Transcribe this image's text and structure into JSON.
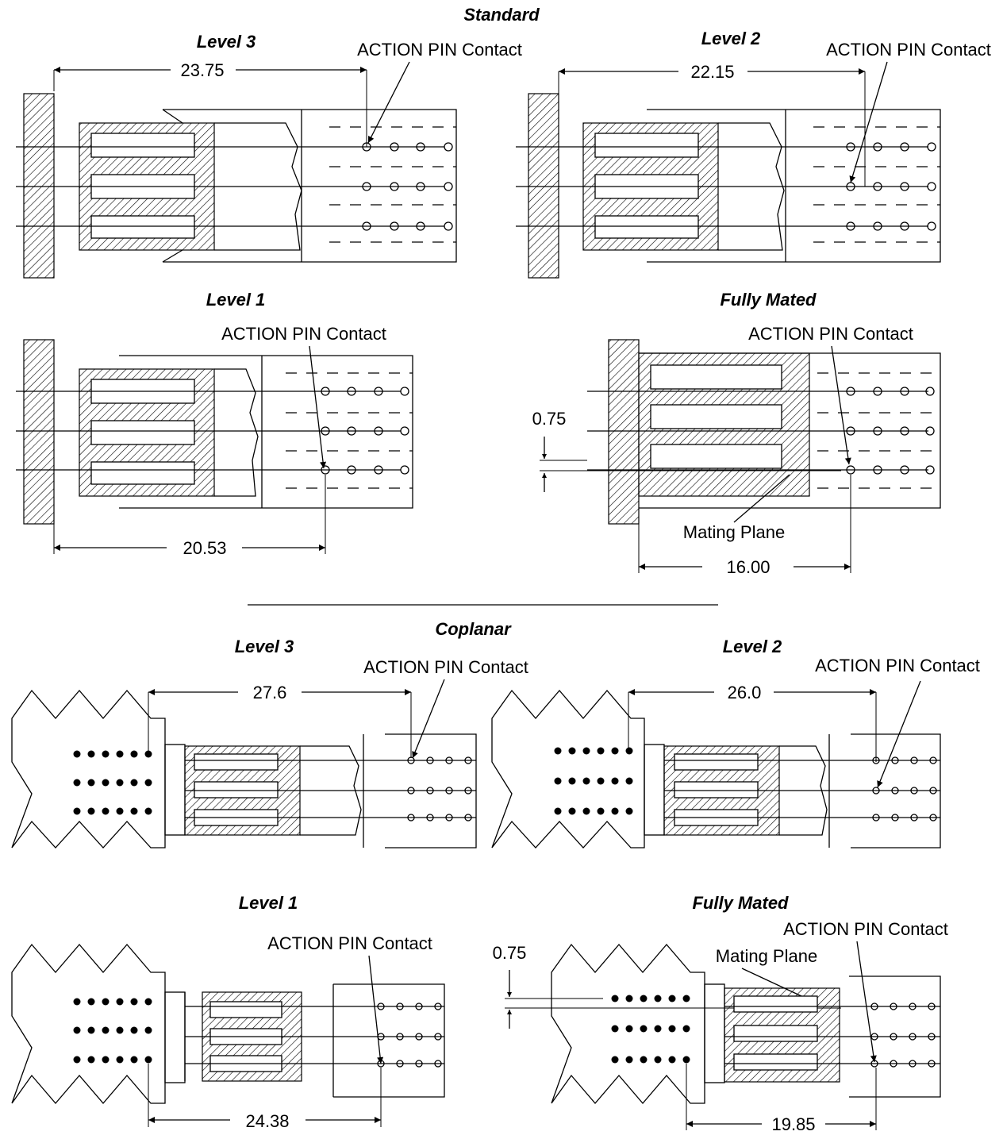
{
  "sections": {
    "standard": "Standard",
    "coplanar": "Coplanar"
  },
  "panels": {
    "std_level3": {
      "title": "Level 3",
      "callout": "ACTION PIN Contact",
      "dimension": "23.75"
    },
    "std_level2": {
      "title": "Level 2",
      "callout": "ACTION PIN Contact",
      "dimension": "22.15"
    },
    "std_level1": {
      "title": "Level 1",
      "callout": "ACTION PIN Contact",
      "dimension": "20.53"
    },
    "std_mated": {
      "title": "Fully Mated",
      "callout": "ACTION PIN Contact",
      "dimension": "16.00",
      "offset": "0.75",
      "plane": "Mating Plane"
    },
    "cop_level3": {
      "title": "Level 3",
      "callout": "ACTION PIN Contact",
      "dimension": "27.6"
    },
    "cop_level2": {
      "title": "Level 2",
      "callout": "ACTION PIN Contact",
      "dimension": "26.0"
    },
    "cop_level1": {
      "title": "Level 1",
      "callout": "ACTION PIN Contact",
      "dimension": "24.38"
    },
    "cop_mated": {
      "title": "Fully Mated",
      "callout": "ACTION PIN Contact",
      "dimension": "19.85",
      "offset": "0.75",
      "plane": "Mating Plane"
    }
  }
}
